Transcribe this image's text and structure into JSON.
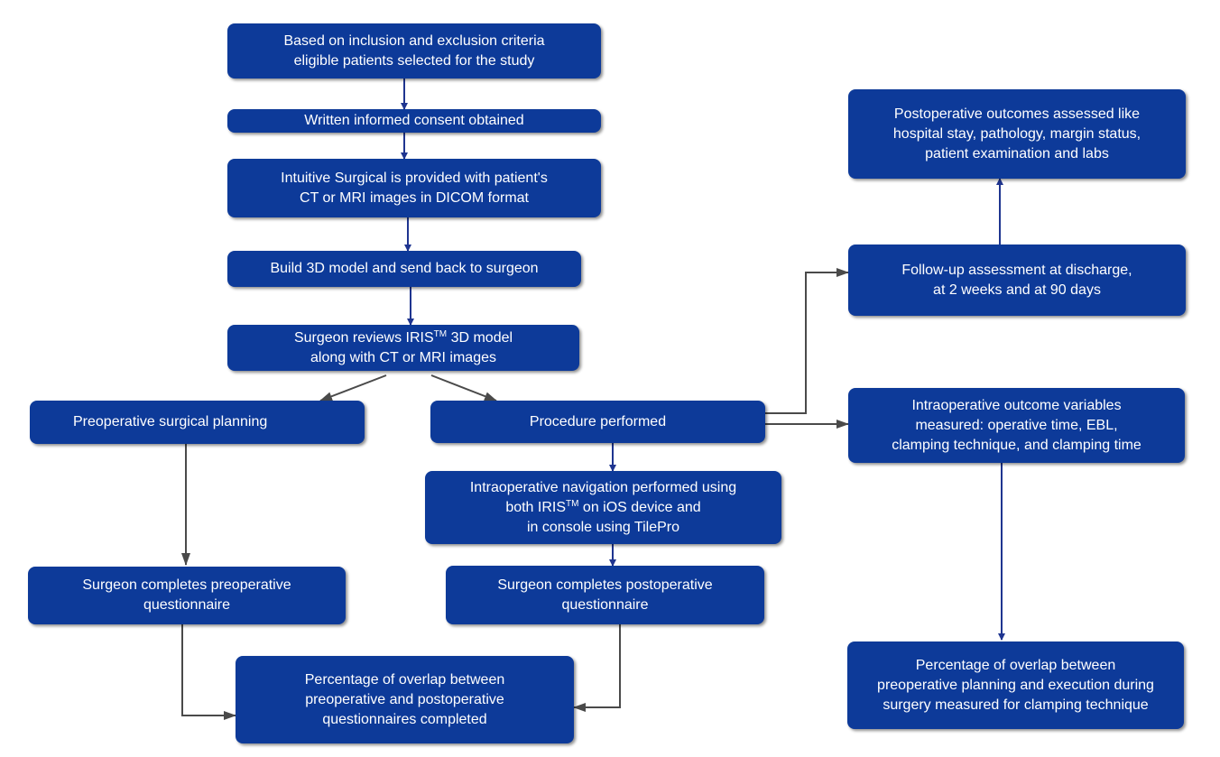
{
  "boxes": {
    "b1": {
      "lines": [
        "Based on inclusion and exclusion criteria",
        "eligible patients selected for the study"
      ]
    },
    "b2": {
      "lines": [
        "Written informed consent obtained"
      ]
    },
    "b3": {
      "lines": [
        "Intuitive Surgical is provided with patient's",
        "CT or MRI images in DICOM format"
      ]
    },
    "b4": {
      "lines": [
        "Build 3D model and send back to surgeon"
      ]
    },
    "b5": {
      "l1_a": "Surgeon reviews IRIS",
      "l1_tm": "TM",
      "l1_b": " 3D model",
      "l2": "along with CT or MRI images"
    },
    "b6": {
      "lines": [
        "Preoperative surgical planning"
      ]
    },
    "b7": {
      "lines": [
        "Procedure performed"
      ]
    },
    "b8": {
      "l1": "Intraoperative navigation performed using",
      "l2_a": "both IRIS",
      "l2_tm": "TM",
      "l2_b": " on iOS device and",
      "l3": "in console using TilePro"
    },
    "b9": {
      "lines": [
        "Surgeon completes preoperative",
        "questionnaire"
      ]
    },
    "b10": {
      "lines": [
        "Surgeon completes postoperative",
        "questionnaire"
      ]
    },
    "b11": {
      "lines": [
        "Percentage of overlap between",
        "preoperative and postoperative",
        "questionnaires completed"
      ]
    },
    "b12": {
      "lines": [
        "Postoperative outcomes assessed like",
        "hospital stay, pathology, margin status,",
        "patient examination and labs"
      ]
    },
    "b13": {
      "lines": [
        "Follow-up assessment at discharge,",
        "at 2 weeks and at 90 days"
      ]
    },
    "b14": {
      "lines": [
        "Intraoperative outcome variables",
        "measured: operative time, EBL,",
        "clamping technique, and clamping time"
      ]
    },
    "b15": {
      "lines": [
        "Percentage of overlap between",
        "preoperative planning and execution during",
        "surgery measured for clamping technique"
      ]
    }
  },
  "colors": {
    "box_fill": "#0d3a99",
    "box_text": "#ffffff",
    "arrow_blue": "#1f3590",
    "arrow_gray": "#4a4a4a"
  }
}
